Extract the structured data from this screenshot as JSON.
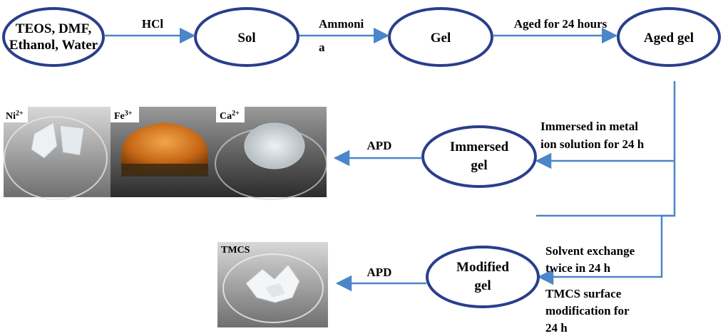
{
  "nodes": {
    "start": [
      "TEOS, DMF,",
      "Ethanol, Water"
    ],
    "sol": "Sol",
    "gel": "Gel",
    "aged_gel": "Aged gel",
    "immersed_gel": [
      "Immersed",
      "gel"
    ],
    "modified_gel": [
      "Modified",
      "gel"
    ]
  },
  "edges": {
    "hcl": "HCl",
    "ammonia": [
      "Ammoni",
      "a"
    ],
    "aged": "Aged for 24 hours",
    "immersed": [
      "Immersed in metal",
      "ion solution for 24 h"
    ],
    "apd_1": "APD",
    "solvent_exchange": [
      "Solvent exchange",
      "twice in 24 h"
    ],
    "tmcs_modification": [
      "TMCS surface",
      "modification for",
      "24 h"
    ],
    "apd_2": "APD"
  },
  "photos": {
    "ni": {
      "label": "Ni",
      "sup": "2+"
    },
    "fe": {
      "label": "Fe",
      "sup": "3+"
    },
    "ca": {
      "label": "Ca",
      "sup": "2+"
    },
    "tmcs": {
      "label": "TMCS"
    }
  },
  "colors": {
    "node_stroke": "#2a3e8c",
    "edge": "#4a86c8",
    "text": "#000000"
  }
}
